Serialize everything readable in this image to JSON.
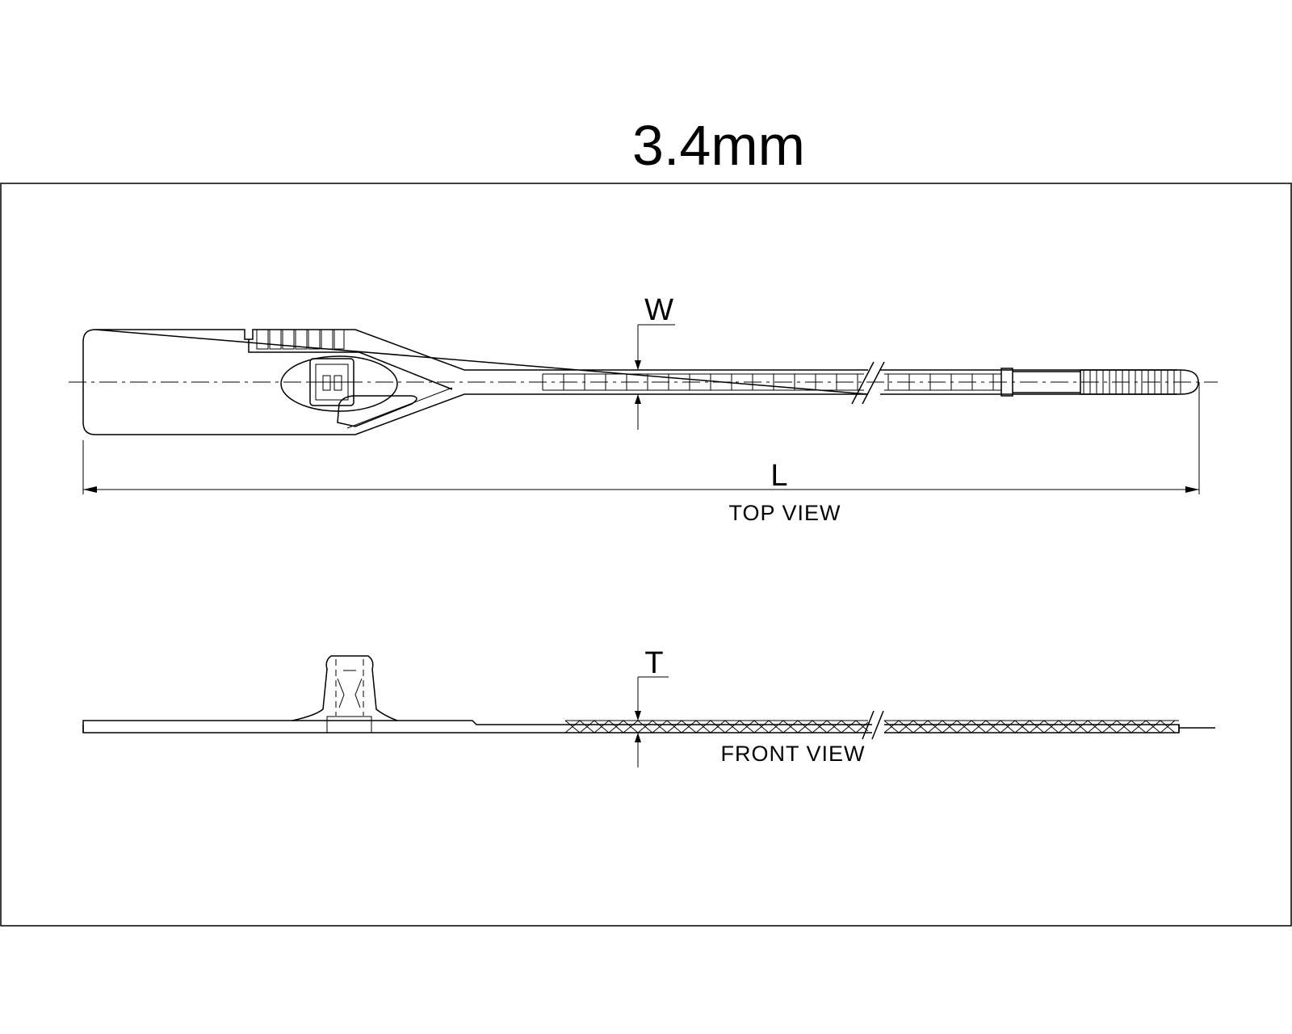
{
  "title": "3.4mm",
  "top_view": {
    "caption": "TOP VIEW",
    "width_label": "W",
    "length_label": "L"
  },
  "front_view": {
    "caption": "FRONT VIEW",
    "thickness_label": "T"
  }
}
